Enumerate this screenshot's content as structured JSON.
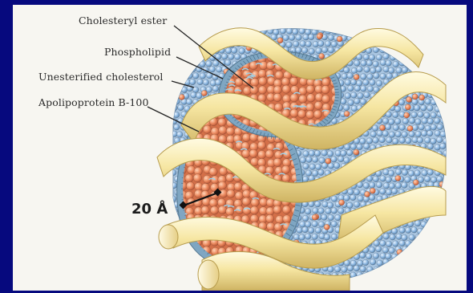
{
  "diagram": {
    "labels": {
      "cholesteryl_ester": "Cholesteryl ester",
      "phospholipid": "Phospholipid",
      "unesterified_cholesterol": "Unesterified cholesterol",
      "apolipoprotein": "Apolipoprotein B-100"
    },
    "scale_bar": "20 Å",
    "colors": {
      "background": "#06097e",
      "panel": "#f7f6f1",
      "core_sphere": "#e8875c",
      "surface_bead": "#8fb8de",
      "phospholipid_tail": "#8fb2c9",
      "apoprotein_ribbon": "#f6e7a6",
      "leader_line": "#222222"
    },
    "icons": [
      "particle-core",
      "surface-layer",
      "apoprotein-ribbon",
      "scale-bar"
    ]
  }
}
